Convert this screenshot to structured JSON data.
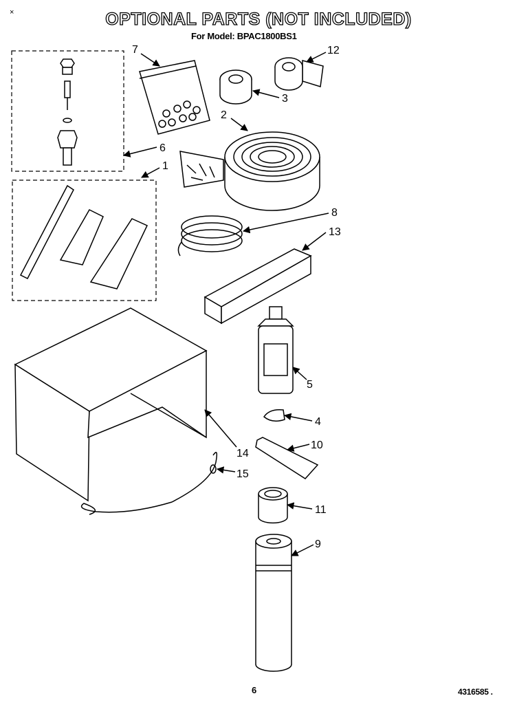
{
  "header": {
    "title": "OPTIONAL PARTS (NOT INCLUDED)",
    "model_line": "For Model: BPAC1800BS1",
    "corner_mark": "×"
  },
  "footer": {
    "page_number": "6",
    "document_number": "4316585 ."
  },
  "callouts": {
    "c1": "1",
    "c2": "2",
    "c3": "3",
    "c4": "4",
    "c5": "5",
    "c6": "6",
    "c7": "7",
    "c8": "8",
    "c9": "9",
    "c10": "10",
    "c11": "11",
    "c12": "12",
    "c13": "13",
    "c14": "14",
    "c15": "15"
  }
}
